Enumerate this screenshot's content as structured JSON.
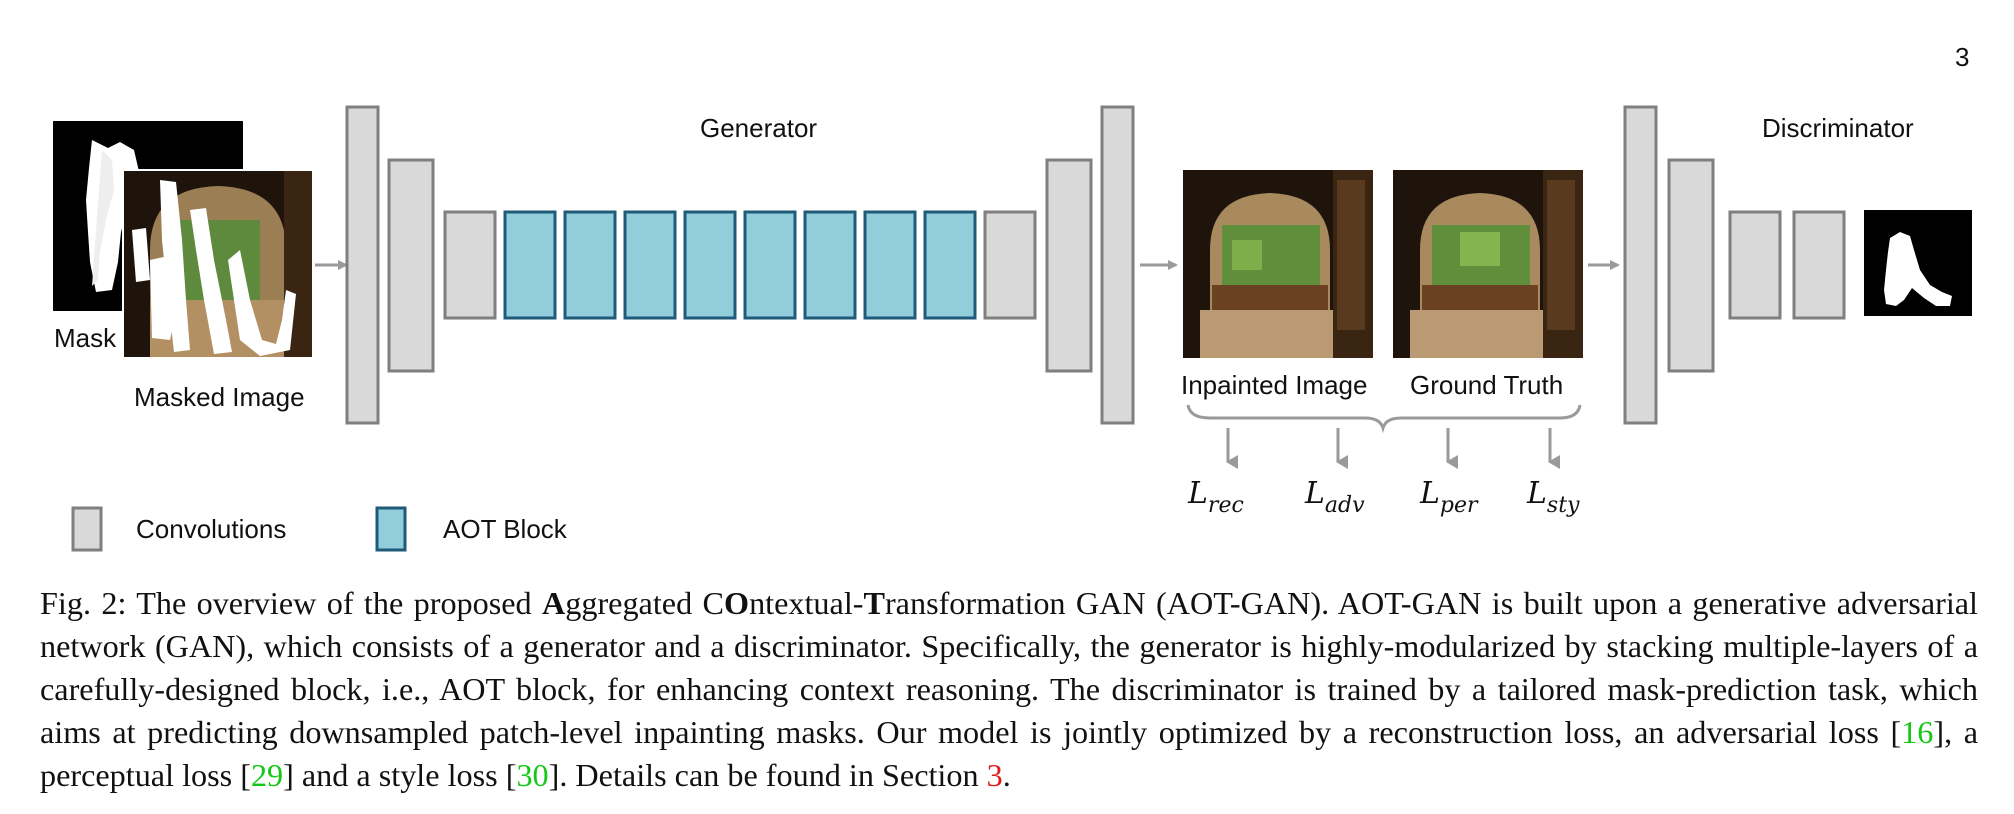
{
  "page_number": "3",
  "figure": {
    "generator_label": "Generator",
    "discriminator_label": "Discriminator",
    "mask_label": "Mask",
    "masked_image_label": "Masked Image",
    "inpainted_label": "Inpainted Image",
    "ground_truth_label": "Ground Truth",
    "losses": [
      {
        "symbol": "L",
        "subscript": "rec"
      },
      {
        "symbol": "L",
        "subscript": "adv"
      },
      {
        "symbol": "L",
        "subscript": "per"
      },
      {
        "symbol": "L",
        "subscript": "sty"
      }
    ],
    "legend": {
      "conv_label": "Convolutions",
      "aot_label": "AOT Block"
    },
    "colors": {
      "conv_fill": "#d9d9d9",
      "conv_stroke": "#7f7f7f",
      "aot_fill": "#92cddb",
      "aot_stroke": "#1f5b78",
      "arrow": "#9a9a9a",
      "mask_bg": "#000000",
      "mask_fg": "#ffffff"
    }
  },
  "caption": {
    "prefix": "Fig. 2: The overview of the proposed ",
    "name_b1": "A",
    "name_t1": "ggregated ",
    "name_t2": "C",
    "name_b2": "O",
    "name_t3": "ntextual-",
    "name_b3": "T",
    "name_t4": "ransformation GAN (AOT-GAN). AOT-GAN is built upon a generative adversarial network (GAN), which consists of a generator and a discriminator. Specifically, the generator is highly-modularized by stacking multiple-layers of a carefully-designed block, i.e., AOT block, for enhancing context reasoning. The discriminator is trained by a tailored mask-prediction task, which aims at predicting downsampled patch-level inpainting masks. Our model is jointly optimized by a reconstruction loss, an adversarial loss [",
    "ref1": "16",
    "mid1": "], a perceptual loss [",
    "ref2": "29",
    "mid2": "] and a style loss [",
    "ref3": "30",
    "mid3": "]. Details can be found in Section ",
    "ref4": "3",
    "suffix": "."
  }
}
